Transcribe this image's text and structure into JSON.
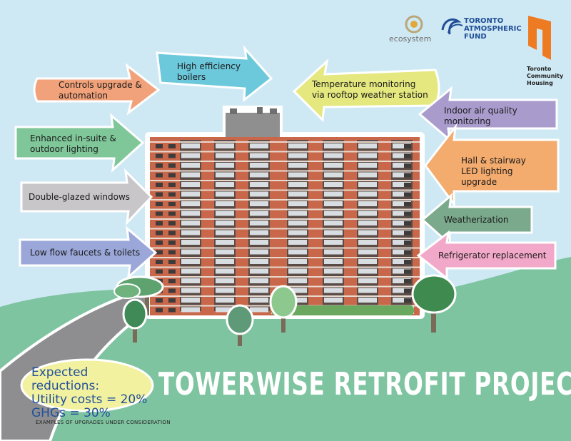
{
  "logos": {
    "ecosystem": "ecosystem",
    "taf_line1": "TORONTO",
    "taf_line2": "ATMOSPHERIC",
    "taf_line3": "FUND",
    "tch_line1": "Toronto",
    "tch_line2": "Community",
    "tch_line3": "Housing"
  },
  "arrows": {
    "controls": [
      "Controls upgrade &",
      "automation"
    ],
    "boilers": [
      "High efficiency",
      "boilers"
    ],
    "temperature": [
      "Temperature monitoring",
      "via rooftop weather station"
    ],
    "air_quality": [
      "Indoor air quality",
      "monitoring"
    ],
    "lighting": [
      "Enhanced in-suite &",
      "outdoor lighting"
    ],
    "led": [
      "Hall & stairway",
      "LED lighting",
      "upgrade"
    ],
    "windows": [
      "Double-glazed windows"
    ],
    "weatherization": [
      "Weatherization"
    ],
    "faucets": [
      "Low flow faucets & toilets"
    ],
    "refrigerator": [
      "Refrigerator replacement"
    ]
  },
  "colors": {
    "sky": "#cfe9f4",
    "grass": "#7fc4a0",
    "road": "#8e8e90",
    "brick": "#c8674a",
    "orange": "#f2a27a",
    "cyan": "#6cc8db",
    "lime": "#e4e87e",
    "purple": "#a99ccd",
    "green": "#7fc698",
    "amber": "#f3ab6e",
    "gray": "#c9c6c9",
    "darkgreen": "#7aa98c",
    "blue": "#9aa7d8",
    "pink": "#f2a9c9",
    "title": "#ffffff",
    "reductions_text": "#21509a",
    "reductions_bubble": "#f2f1a0"
  },
  "reductions": {
    "line1": "Expected reductions:",
    "line2": "Utility costs = 20%",
    "line3": "GHGs = 30%"
  },
  "title": "TOWERWISE RETROFIT PROJECT",
  "footnote": "EXAMPLES OF UPGRADES UNDER CONSIDERATION"
}
